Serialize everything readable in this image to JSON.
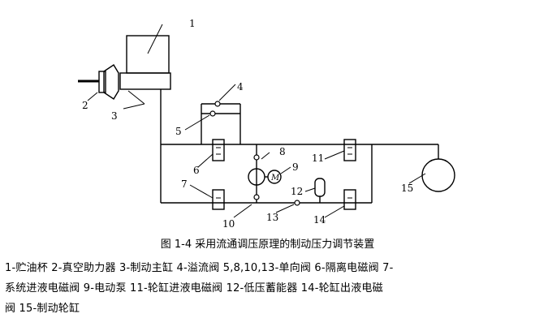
{
  "diagram": {
    "labels": [
      "1",
      "2",
      "3",
      "4",
      "5",
      "6",
      "7",
      "8",
      "9",
      "10",
      "11",
      "12",
      "13",
      "14",
      "15"
    ],
    "motor_symbol": "M"
  },
  "caption": "图 1-4  采用流通调压原理的制动压力调节装置",
  "legend": {
    "line1": "1-贮油杯  2-真空助力器  3-制动主缸  4-溢流阀  5,8,10,13-单向阀  6-隔离电磁阀  7-",
    "line2": "系统进液电磁阀  9-电动泵  11-轮缸进液电磁阀  12-低压蓄能器  14-轮缸出液电磁",
    "line3": "阀  15-制动轮缸"
  }
}
